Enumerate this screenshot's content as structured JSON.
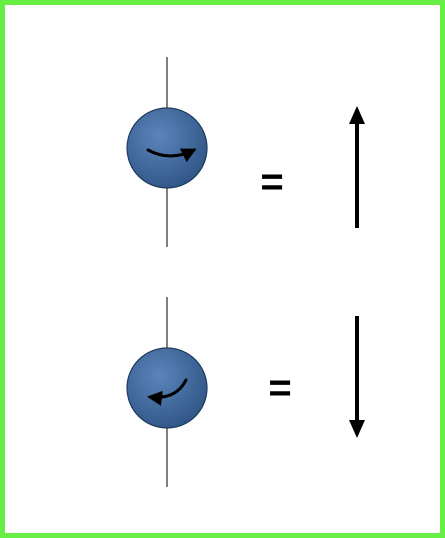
{
  "diagram": {
    "panel_border_color": "#66ee44",
    "sphere_color": "#4a72a6",
    "sphere_dark_color": "#2f5585",
    "rows": [
      {
        "equals_text": "=",
        "spin_direction": "counterclockwise-arrow-right",
        "arrow_direction": "up"
      },
      {
        "equals_text": "=",
        "spin_direction": "clockwise-arrow-left",
        "arrow_direction": "down"
      }
    ]
  }
}
